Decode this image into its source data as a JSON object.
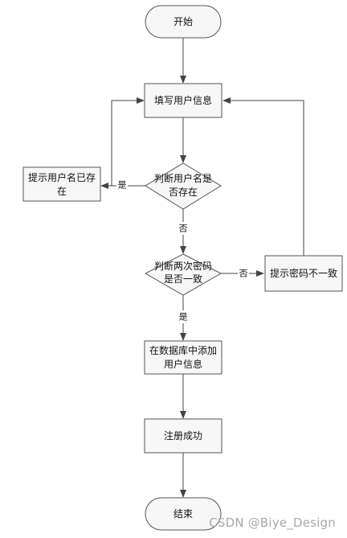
{
  "nodes": {
    "start": "开始",
    "fill_info": "填写用户信息",
    "check_exists_line1": "判断用户名是",
    "check_exists_line2": "否存在",
    "username_exists_line1": "提示用户名已存",
    "username_exists_line2": "在",
    "check_passwords_line1": "判断两次密码",
    "check_passwords_line2": "是否一致",
    "password_mismatch": "提示密码不一致",
    "add_to_db_line1": "在数据库中添加",
    "add_to_db_line2": "用户信息",
    "register_success": "注册成功",
    "end": "结束"
  },
  "edge_labels": {
    "exists_yes": "是",
    "exists_no": "否",
    "match_no": "否",
    "match_yes": "是"
  },
  "watermark": "CSDN @Biye_Design"
}
